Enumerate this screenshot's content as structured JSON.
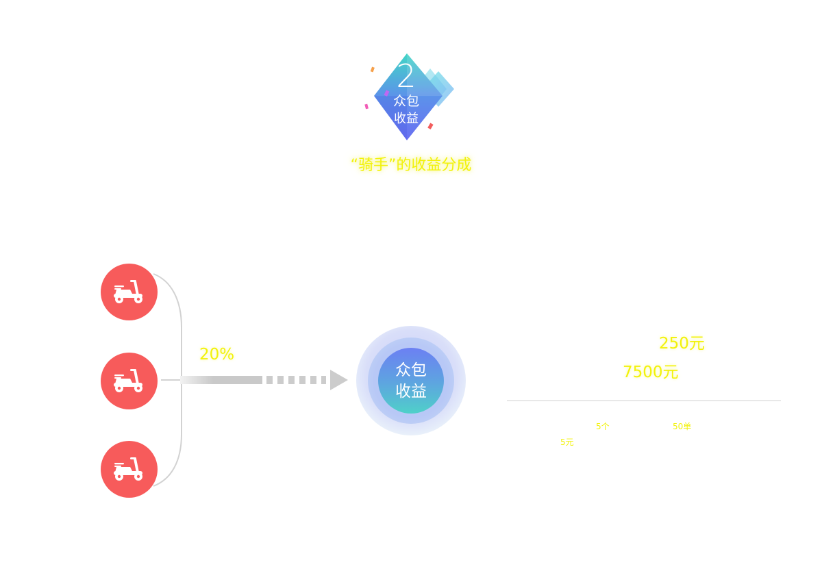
{
  "badge": {
    "number": "2",
    "line1": "众包",
    "line2": "收益"
  },
  "subtitle": "“骑手”的收益分成",
  "riders": [
    {
      "icon": "scooter-icon"
    },
    {
      "icon": "scooter-icon"
    },
    {
      "icon": "scooter-icon"
    }
  ],
  "share": {
    "percent": "20%"
  },
  "hub": {
    "line1": "众包",
    "line2": "收益"
  },
  "stats": {
    "amount1": "250元",
    "amount2": "7500元",
    "item_count": "5个",
    "order_count": "50单",
    "unit_price": "5元"
  },
  "colors": {
    "rider": "#f75b5b",
    "highlight": "#f2f20a",
    "hub_top": "#6c80f3",
    "hub_bottom": "#4fd0c9"
  }
}
